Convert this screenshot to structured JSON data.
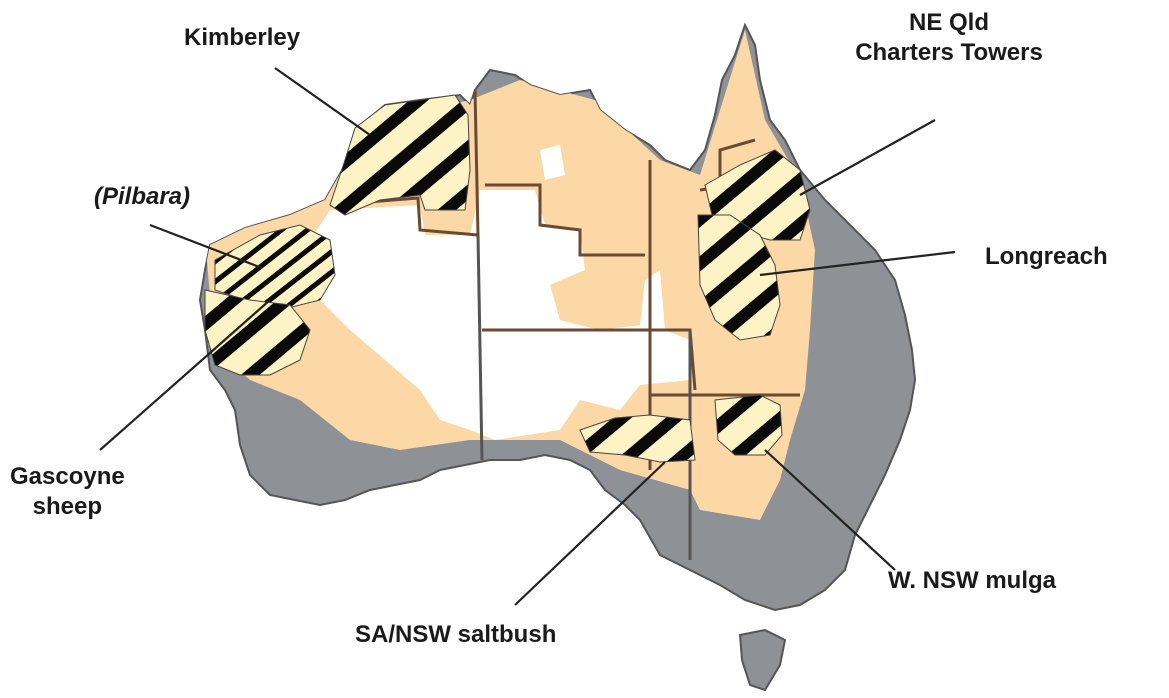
{
  "colors": {
    "rangeland": "#fbd8a6",
    "non_rangeland": "#ffffff",
    "coastal_zone": "#8e9196",
    "border": "#6b4a34",
    "hatch_fill": "#fdf3c4",
    "hatch_stripe": "#0a0a0a",
    "leader_line": "#222222"
  },
  "labels": {
    "kimberley": "Kimberley",
    "ne_qld_line1": "NE Qld",
    "ne_qld_line2": "Charters Towers",
    "pilbara": "(Pilbara)",
    "longreach": "Longreach",
    "gascoyne_line1": "Gascoyne",
    "gascoyne_line2": "sheep",
    "sa_nsw": "SA/NSW saltbush",
    "w_nsw": "W. NSW mulga"
  }
}
